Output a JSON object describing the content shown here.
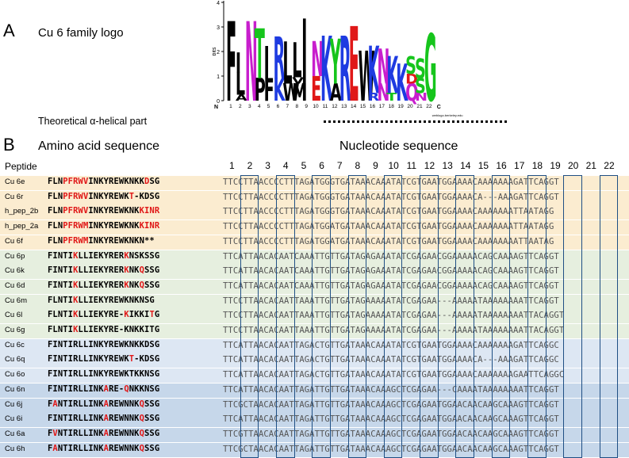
{
  "panel_a": {
    "letter": "A",
    "title": "Cu 6 family logo",
    "helix_label": "Theoretical α-helical part"
  },
  "panel_b": {
    "letter": "B",
    "aa_title": "Amino acid sequence",
    "nt_title": "Nucleotide sequence",
    "peptide_header": "Peptide"
  },
  "logo": {
    "ylabel": "bits",
    "yticks": [
      "0",
      "1",
      "2",
      "3",
      "4"
    ],
    "n_label": "N",
    "c_label": "C",
    "positions": [
      "1",
      "2",
      "3",
      "4",
      "5",
      "6",
      "7",
      "8",
      "9",
      "10",
      "11",
      "12",
      "13",
      "14",
      "15",
      "16",
      "17",
      "18",
      "19",
      "20",
      "21",
      "22"
    ],
    "credit": "weblogo.berkeley.edu",
    "stacks": [
      [
        {
          "l": "F",
          "h": 3.2,
          "c": "#000000"
        }
      ],
      [
        {
          "l": "A",
          "h": 0.25,
          "c": "#000000"
        },
        {
          "l": "L",
          "h": 0.9,
          "c": "#000000"
        },
        {
          "l": "I",
          "h": 0.8,
          "c": "#000000"
        }
      ],
      [
        {
          "l": "N",
          "h": 3.2,
          "c": "#c81ecd"
        }
      ],
      [
        {
          "l": "P",
          "h": 0.9,
          "c": "#000000"
        },
        {
          "l": "T",
          "h": 2.0,
          "c": "#16c51c"
        }
      ],
      [
        {
          "l": "F",
          "h": 0.9,
          "c": "#000000"
        },
        {
          "l": "I",
          "h": 1.3,
          "c": "#000000"
        }
      ],
      [
        {
          "l": "K",
          "h": 0.9,
          "c": "#1e3be1"
        },
        {
          "l": "R",
          "h": 1.7,
          "c": "#1e3be1"
        }
      ],
      [
        {
          "l": "W",
          "h": 0.7,
          "c": "#000000"
        },
        {
          "l": "L",
          "h": 1.7,
          "c": "#000000"
        }
      ],
      [
        {
          "l": "M",
          "h": 0.7,
          "c": "#000000"
        },
        {
          "l": "V",
          "h": 0.25,
          "c": "#000000"
        },
        {
          "l": "L",
          "h": 1.4,
          "c": "#000000"
        }
      ],
      [
        {
          "l": "I",
          "h": 3.3,
          "c": "#000000"
        }
      ],
      [
        {
          "l": "E",
          "h": 1.0,
          "c": "#e01818"
        },
        {
          "l": "N",
          "h": 1.4,
          "c": "#c81ecd"
        }
      ],
      [
        {
          "l": "K",
          "h": 2.6,
          "c": "#1e3be1"
        }
      ],
      [
        {
          "l": "A",
          "h": 0.7,
          "c": "#000000"
        },
        {
          "l": "Y",
          "h": 1.8,
          "c": "#16c51c"
        }
      ],
      [
        {
          "l": "R",
          "h": 2.6,
          "c": "#1e3be1"
        }
      ],
      [
        {
          "l": "E",
          "h": 3.0,
          "c": "#e01818"
        }
      ],
      [
        {
          "l": "W",
          "h": 2.0,
          "c": "#000000"
        }
      ],
      [
        {
          "l": "R",
          "h": 0.3,
          "c": "#1e3be1"
        },
        {
          "l": "K",
          "h": 1.9,
          "c": "#1e3be1"
        }
      ],
      [
        {
          "l": "N",
          "h": 0.7,
          "c": "#c81ecd"
        },
        {
          "l": "N",
          "h": 1.4,
          "c": "#c81ecd"
        }
      ],
      [
        {
          "l": "T",
          "h": 0.3,
          "c": "#16c51c"
        },
        {
          "l": "K",
          "h": 1.5,
          "c": "#1e3be1"
        }
      ],
      [
        {
          "l": "K",
          "h": 1.5,
          "c": "#1e3be1"
        }
      ],
      [
        {
          "l": "Q",
          "h": 0.7,
          "c": "#c81ecd"
        },
        {
          "l": "D",
          "h": 0.4,
          "c": "#e01818"
        },
        {
          "l": "S",
          "h": 0.7,
          "c": "#16c51c"
        }
      ],
      [
        {
          "l": "N",
          "h": 0.3,
          "c": "#c81ecd"
        },
        {
          "l": "S",
          "h": 0.6,
          "c": "#16c51c"
        },
        {
          "l": "S",
          "h": 0.8,
          "c": "#16c51c"
        }
      ],
      [
        {
          "l": "G",
          "h": 2.7,
          "c": "#16c51c"
        }
      ]
    ]
  },
  "columns": [
    "1",
    "2",
    "3",
    "4",
    "5",
    "6",
    "7",
    "8",
    "9",
    "10",
    "11",
    "12",
    "13",
    "14",
    "15",
    "16",
    "17",
    "18",
    "19",
    "20",
    "21",
    "22"
  ],
  "rows": [
    {
      "name": "Cu 6e",
      "group": 0,
      "aa": [
        [
          "FLN",
          0
        ],
        [
          "PFRWV",
          1
        ],
        [
          "INKYREWKNKK",
          0
        ],
        [
          "D",
          1
        ],
        [
          "SG",
          0
        ]
      ],
      "nt": [
        [
          "TTCCTTAACCCCTTTAGATGGGTGATAAACAAATATCGTGAATGGAAAACAAAAAAAGATTCAGGT",
          0
        ]
      ]
    },
    {
      "name": "Cu 6r",
      "group": 0,
      "aa": [
        [
          "FLN",
          0
        ],
        [
          "PFRWV",
          1
        ],
        [
          "INKYREWK",
          0
        ],
        [
          "T",
          1
        ],
        [
          "-KDSG",
          0
        ]
      ],
      "nt": [
        [
          "TTCCTTAACCCCTTTAGATGGGTGATAAACAAATATCGTGAATGGAAAACA---AAAGATTCAGGT",
          0
        ]
      ]
    },
    {
      "name": "h_pep_2b",
      "group": 0,
      "aa": [
        [
          "FLN",
          0
        ],
        [
          "PFRWV",
          1
        ],
        [
          "INKYREWKNK",
          0
        ],
        [
          "KINR",
          1
        ]
      ],
      "nt": [
        [
          "TTCCTTAACCCCTTTAGATGGGTGATAAACAAATATCGTGAATGGAAAACAAAAAAATTAATAGG",
          0
        ]
      ]
    },
    {
      "name": "h_pep_2a",
      "group": 0,
      "aa": [
        [
          "FLN",
          0
        ],
        [
          "PFRWM",
          1
        ],
        [
          "INKYREWKNK",
          0
        ],
        [
          "KINR",
          1
        ]
      ],
      "nt": [
        [
          "TTCCTTAACCCCTTTAGATGGATGATAAACAAATATCGTGAATGGAAAACAAAAAAATTAATAGG",
          0
        ]
      ]
    },
    {
      "name": "Cu 6f",
      "group": 0,
      "aa": [
        [
          "FLN",
          0
        ],
        [
          "PFRWM",
          1
        ],
        [
          "INKYREWKNKN**",
          0
        ]
      ],
      "nt": [
        [
          "TTCCTTAACCCCTTTAGATGGATGATAAACAAATATCGTGAATGGAAAACAAAAAAAATTAATAG",
          0
        ]
      ]
    },
    {
      "name": "Cu 6p",
      "group": 1,
      "aa": [
        [
          "FINTI",
          0
        ],
        [
          "K",
          1
        ],
        [
          "LLIEKYRER",
          0
        ],
        [
          "K",
          1
        ],
        [
          "NSKSSG",
          0
        ]
      ],
      "nt": [
        [
          "TTCATTAACACAATCAAATTGTTGATAGAGAAATATCGAGAACGGAAAAACAGCAAAAGTTCAGGT",
          0
        ]
      ]
    },
    {
      "name": "Cu 6k",
      "group": 1,
      "aa": [
        [
          "FINTI",
          0
        ],
        [
          "K",
          1
        ],
        [
          "LLIEKYRER",
          0
        ],
        [
          "K",
          1
        ],
        [
          "NK",
          0
        ],
        [
          "Q",
          1
        ],
        [
          "SSG",
          0
        ]
      ],
      "nt": [
        [
          "TTCATTAACACAATCAAATTGTTGATAGAGAAATATCGAGAACGGAAAAACAGCAAAAGTTCAGGT",
          0
        ]
      ]
    },
    {
      "name": "Cu 6d",
      "group": 1,
      "aa": [
        [
          "FINTI",
          0
        ],
        [
          "K",
          1
        ],
        [
          "LLIEKYRER",
          0
        ],
        [
          "K",
          1
        ],
        [
          "NK",
          0
        ],
        [
          "Q",
          1
        ],
        [
          "SSG",
          0
        ]
      ],
      "nt": [
        [
          "TTCATTAACACAATCAAATTGTTGATAGAGAAATATCGAGAACGGAAAAACAGCAAAAGTTCAGGT",
          0
        ]
      ]
    },
    {
      "name": "Cu 6m",
      "group": 1,
      "aa": [
        [
          "FLNTI",
          0
        ],
        [
          "K",
          1
        ],
        [
          "LLIEKYREWKNKNSG",
          0
        ]
      ],
      "nt": [
        [
          "TTCCTTAACACAATTAAATTGTTGATAGAAAAATATCGAGAA---AAAAATAAAAAAAATTCAGGT",
          0
        ]
      ]
    },
    {
      "name": "Cu 6l",
      "group": 1,
      "aa": [
        [
          "FLNTI",
          0
        ],
        [
          "K",
          1
        ],
        [
          "LLIEKYRE-",
          0
        ],
        [
          "K",
          1
        ],
        [
          "IKKI",
          0
        ],
        [
          "T",
          1
        ],
        [
          "G",
          0
        ]
      ],
      "nt": [
        [
          "TTCCTTAACACAATTAAATTGTTGATAGAAAAATATCGAGAA---AAAAATAAAAAAAATTACAGGT",
          0
        ]
      ]
    },
    {
      "name": "Cu 6g",
      "group": 1,
      "aa": [
        [
          "FLNTI",
          0
        ],
        [
          "K",
          1
        ],
        [
          "LLIEKYRE-KNKKITG",
          0
        ]
      ],
      "nt": [
        [
          "TTCCTTAACACAATTAAATTGTTGATAGAAAAATATCGAGAA---AAAAATAAAAAAAATTACAGGT",
          0
        ]
      ]
    },
    {
      "name": "Cu 6c",
      "group": 2,
      "aa": [
        [
          "FINTIRLLINKYREWKNKKDSG",
          0
        ]
      ],
      "nt": [
        [
          "TTCATTAACACAATTAGACTGTTGATAAACAAATATCGTGAATGGAAAACAAAAAAAGATTCAGGC",
          0
        ]
      ]
    },
    {
      "name": "Cu 6q",
      "group": 2,
      "aa": [
        [
          "FINTIRLLINKYREWK",
          0
        ],
        [
          "T",
          1
        ],
        [
          "-KDSG",
          0
        ]
      ],
      "nt": [
        [
          "TTCATTAACACAATTAGACTGTTGATAAACAAATATCGTGAATGGAAAACA---AAAGATTCAGGC",
          0
        ]
      ]
    },
    {
      "name": "Cu 6o",
      "group": 2,
      "aa": [
        [
          "FINTIRLLINKYREWKTKKNSG",
          0
        ]
      ],
      "nt": [
        [
          "TTCATTAACACAATTAGACTGTTGATAAACAAATATCGTGAATGGAAAACAAAAAAAGAATTCAGGC",
          0
        ]
      ]
    },
    {
      "name": "Cu 6n",
      "group": 3,
      "aa": [
        [
          "FINTIRLLINK",
          0
        ],
        [
          "A",
          1
        ],
        [
          "RE-",
          0
        ],
        [
          "Q",
          1
        ],
        [
          "NKKNSG",
          0
        ]
      ],
      "nt": [
        [
          "TTCATTAACACAATTAGATTGTTGATAAACAAAGCTCGAGAA---CAAAATAAAAAAAATTCAGGT",
          0
        ]
      ]
    },
    {
      "name": "Cu 6j",
      "group": 3,
      "aa": [
        [
          "F",
          0
        ],
        [
          "A",
          1
        ],
        [
          "NTIRLLINK",
          0
        ],
        [
          "A",
          1
        ],
        [
          "REWNNK",
          0
        ],
        [
          "Q",
          1
        ],
        [
          "SSG",
          0
        ]
      ],
      "nt": [
        [
          "TTCGCTAACACAATTAGATTGTTGATAAACAAAGCTCGAGAATGGAACAACAAGCAAAGTTCAGGT",
          0
        ]
      ]
    },
    {
      "name": "Cu 6i",
      "group": 3,
      "aa": [
        [
          "FINTIRLLINK",
          0
        ],
        [
          "A",
          1
        ],
        [
          "REWNNK",
          0
        ],
        [
          "Q",
          1
        ],
        [
          "SSG",
          0
        ]
      ],
      "nt": [
        [
          "TTCATTAACACAATTAGATTGTTGATAAACAAAGCTCGAGAATGGAACAACAAGCAAAGTTCAGGT",
          0
        ]
      ]
    },
    {
      "name": "Cu 6a",
      "group": 3,
      "aa": [
        [
          "F",
          0
        ],
        [
          "V",
          1
        ],
        [
          "NTIRLLINK",
          0
        ],
        [
          "A",
          1
        ],
        [
          "REWNNK",
          0
        ],
        [
          "Q",
          1
        ],
        [
          "SSG",
          0
        ]
      ],
      "nt": [
        [
          "TTCGTTAACACAATTAGATTGTTGATAAACAAAGCTCGAGAATGGAACAACAAGCAAAGTTCAGGT",
          0
        ]
      ]
    },
    {
      "name": "Cu 6h",
      "group": 3,
      "aa": [
        [
          "F",
          0
        ],
        [
          "A",
          1
        ],
        [
          "NTIRLLINK",
          0
        ],
        [
          "A",
          1
        ],
        [
          "REWNNK",
          0
        ],
        [
          "Q",
          1
        ],
        [
          "SSG",
          0
        ]
      ],
      "nt": [
        [
          "TTCGCTAACACAATTAGATTGTTGATAAACAAAGCTCGAGAATGGAACAACAAGCAAAGTTCAGGT",
          0
        ]
      ]
    }
  ]
}
